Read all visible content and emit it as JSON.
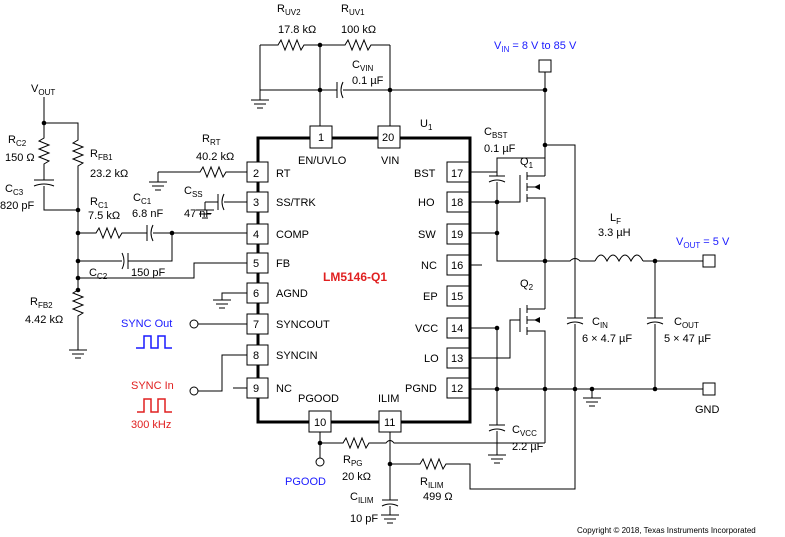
{
  "chip": {
    "name": "LM5146-Q1",
    "ref": "U",
    "ref_sub": "1"
  },
  "pins_left": [
    {
      "num": "2",
      "name": "RT"
    },
    {
      "num": "3",
      "name": "SS/TRK"
    },
    {
      "num": "4",
      "name": "COMP"
    },
    {
      "num": "5",
      "name": "FB"
    },
    {
      "num": "6",
      "name": "AGND"
    },
    {
      "num": "7",
      "name": "SYNCOUT"
    },
    {
      "num": "8",
      "name": "SYNCIN"
    },
    {
      "num": "9",
      "name": "NC"
    }
  ],
  "pins_right": [
    {
      "num": "17",
      "name": "BST"
    },
    {
      "num": "18",
      "name": "HO"
    },
    {
      "num": "19",
      "name": "SW"
    },
    {
      "num": "16",
      "name": "NC"
    },
    {
      "num": "15",
      "name": "EP"
    },
    {
      "num": "14",
      "name": "VCC"
    },
    {
      "num": "13",
      "name": "LO"
    },
    {
      "num": "12",
      "name": "PGND"
    }
  ],
  "pins_top": [
    {
      "num": "1",
      "name": "EN/UVLO"
    },
    {
      "num": "20",
      "name": "VIN"
    }
  ],
  "pins_bottom": [
    {
      "num": "10",
      "name": "PGOOD"
    },
    {
      "num": "11",
      "name": "ILIM"
    }
  ],
  "components": {
    "ruv2": {
      "ref": "R",
      "sub": "UV2",
      "value": "17.8 kΩ"
    },
    "ruv1": {
      "ref": "R",
      "sub": "UV1",
      "value": "100 kΩ"
    },
    "cvin": {
      "ref": "C",
      "sub": "VIN",
      "value": "0.1 µF"
    },
    "rrt": {
      "ref": "R",
      "sub": "RT",
      "value": "40.2 kΩ"
    },
    "css": {
      "ref": "C",
      "sub": "SS",
      "value": "47 nF"
    },
    "rc2": {
      "ref": "R",
      "sub": "C2",
      "value": "150 Ω"
    },
    "cc3": {
      "ref": "C",
      "sub": "C3",
      "value": "820 pF"
    },
    "rfb1": {
      "ref": "R",
      "sub": "FB1",
      "value": "23.2 kΩ"
    },
    "rc1": {
      "ref": "R",
      "sub": "C1",
      "value": "7.5 kΩ"
    },
    "cc1": {
      "ref": "C",
      "sub": "C1",
      "value": "6.8 nF"
    },
    "cc2": {
      "ref": "C",
      "sub": "C2",
      "value": "150 pF"
    },
    "rfb2": {
      "ref": "R",
      "sub": "FB2",
      "value": "4.42 kΩ"
    },
    "cbst": {
      "ref": "C",
      "sub": "BST",
      "value": "0.1 µF"
    },
    "q1": {
      "ref": "Q",
      "sub": "1"
    },
    "q2": {
      "ref": "Q",
      "sub": "2"
    },
    "lf": {
      "ref": "L",
      "sub": "F",
      "value": "3.3 µH"
    },
    "cin": {
      "ref": "C",
      "sub": "IN",
      "value": "6 × 4.7 µF"
    },
    "cout": {
      "ref": "C",
      "sub": "OUT",
      "value": "5 × 47 µF"
    },
    "cvcc": {
      "ref": "C",
      "sub": "VCC",
      "value": "2.2 µF"
    },
    "rpg": {
      "ref": "R",
      "sub": "PG",
      "value": "20 kΩ"
    },
    "rilim": {
      "ref": "R",
      "sub": "ILIM",
      "value": "499 Ω"
    },
    "cilim": {
      "ref": "C",
      "sub": "ILIM",
      "value": "10 pF"
    }
  },
  "labels": {
    "vout_node": {
      "main": "V",
      "sub": "OUT"
    },
    "vin": {
      "main": "V",
      "sub": "IN",
      "rest": " = 8 V to 85 V"
    },
    "vout5": {
      "main": "V",
      "sub": "OUT",
      "rest": " = 5 V"
    },
    "gnd": "GND",
    "sync_out": "SYNC Out",
    "sync_in": "SYNC In",
    "sync_freq": "300 kHz",
    "pgood": "PGOOD"
  },
  "copyright": "Copyright © 2018, Texas Instruments Incorporated"
}
